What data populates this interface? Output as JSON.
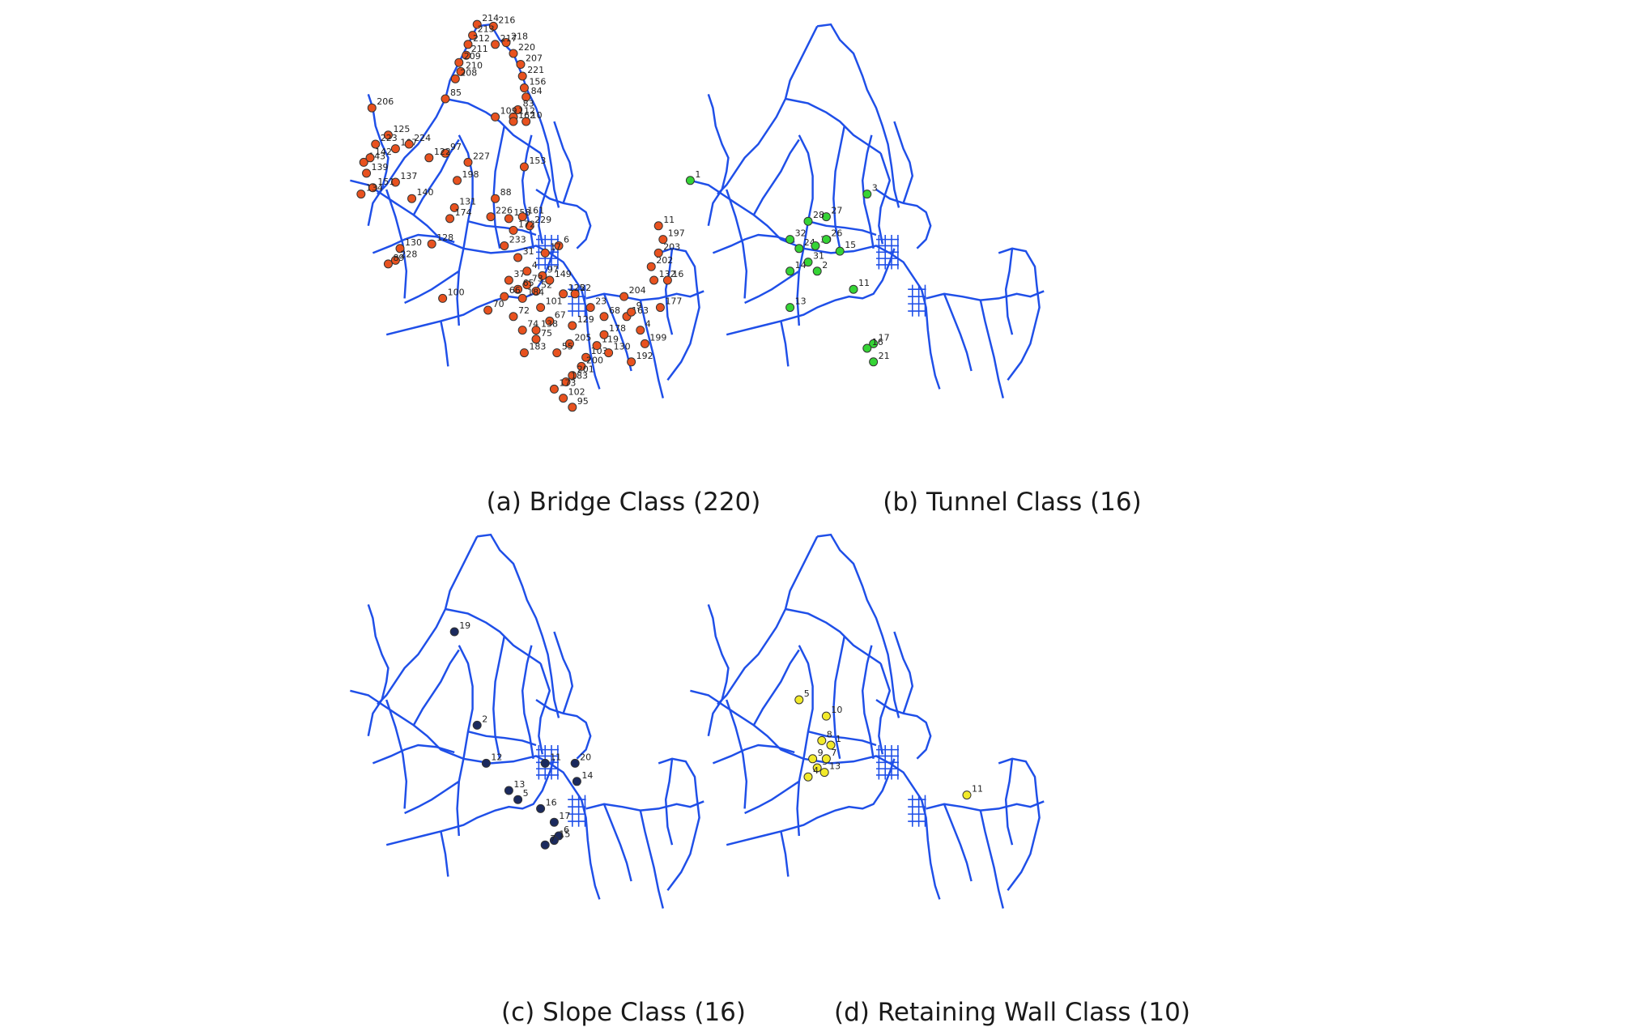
{
  "colors": {
    "road": "#1f4fe8",
    "bridge": "#e8521f",
    "tunnel": "#35d435",
    "slope": "#1b2a5e",
    "retaining_wall": "#f2ea2a",
    "marker_outline": "#333333"
  },
  "panels": [
    {
      "id": "a",
      "caption": "(a) Bridge Class (220)",
      "marker_color_key": "bridge",
      "labels": [
        "214",
        "216",
        "213",
        "212",
        "218",
        "217",
        "211",
        "209",
        "220",
        "210",
        "208",
        "207",
        "221",
        "85",
        "206",
        "156",
        "84",
        "83",
        "112",
        "10",
        "162",
        "109",
        "107",
        "224",
        "125",
        "223",
        "143",
        "142",
        "139",
        "137",
        "151",
        "97",
        "122",
        "227",
        "198",
        "153",
        "134",
        "140",
        "88",
        "131",
        "174",
        "226",
        "158",
        "161",
        "229",
        "172",
        "128",
        "130",
        "228",
        "89",
        "233",
        "31",
        "100",
        "52",
        "22",
        "23",
        "68",
        "129",
        "67",
        "138",
        "205",
        "55",
        "103",
        "119",
        "204",
        "202",
        "203",
        "163",
        "4",
        "178",
        "130",
        "192",
        "199",
        "200",
        "201",
        "183",
        "173",
        "102",
        "95",
        "101",
        "184",
        "37",
        "4",
        "97",
        "73",
        "65",
        "66",
        "149",
        "125",
        "70",
        "72",
        "74",
        "75",
        "183",
        "177",
        "132",
        "197",
        "11",
        "16",
        "9",
        "6",
        "17",
        "8",
        "2"
      ]
    },
    {
      "id": "b",
      "caption": "(b) Tunnel Class (16)",
      "marker_color_key": "tunnel",
      "labels": [
        "1",
        "3",
        "27",
        "28",
        "32",
        "24",
        "30",
        "31",
        "26",
        "15",
        "2",
        "14",
        "11",
        "13",
        "17",
        "16",
        "21"
      ]
    },
    {
      "id": "c",
      "caption": "(c) Slope Class (16)",
      "marker_color_key": "slope",
      "labels": [
        "19",
        "2",
        "12",
        "11",
        "20",
        "14",
        "13",
        "5",
        "16",
        "17",
        "6",
        "15",
        "7"
      ]
    },
    {
      "id": "d",
      "caption": "(d) Retaining Wall Class (10)",
      "marker_color_key": "retaining_wall",
      "labels": [
        "5",
        "10",
        "8",
        "1",
        "9",
        "3",
        "7",
        "13",
        "4",
        "11"
      ]
    }
  ]
}
